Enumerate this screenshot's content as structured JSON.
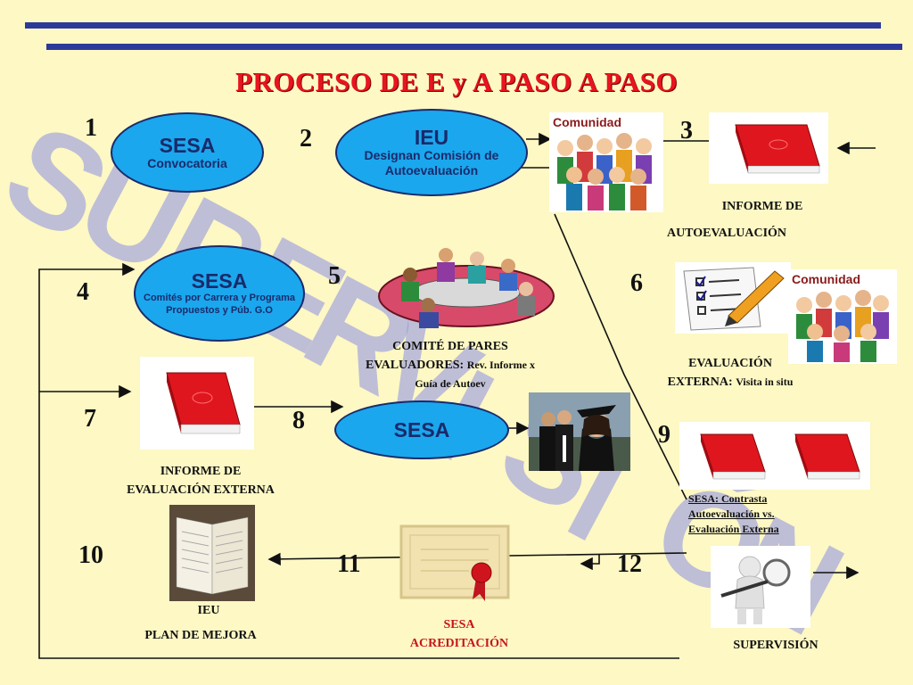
{
  "title": "PROCESO DE E y A PASO A PASO",
  "watermark_letters": [
    "S",
    "U",
    "P",
    "E",
    "R",
    "V",
    "I",
    "S",
    "I",
    "Ó",
    "N"
  ],
  "colors": {
    "background": "#fdf8c4",
    "stripe": "#2b3a9a",
    "title": "#e8141e",
    "oval_fill": "#1aa7ee",
    "book": "#e0161f"
  },
  "steps": {
    "n1": "1",
    "n2": "2",
    "n3": "3",
    "n4": "4",
    "n5": "5",
    "n6": "6",
    "n7": "7",
    "n8": "8",
    "n9": "9",
    "n10": "10",
    "n11": "11",
    "n12": "12"
  },
  "oval1": {
    "title": "SESA",
    "sub": "Convocatoria"
  },
  "oval2": {
    "title": "IEU",
    "sub1": "Designan Comisión de",
    "sub2": "Autoevaluación"
  },
  "oval4": {
    "title": "SESA",
    "sub1": "Comités por Carrera y Programa",
    "sub2": "Propuestos y Púb. G.O"
  },
  "oval8": {
    "title": "SESA"
  },
  "comunidad_label": "Comunidad",
  "captions": {
    "c3a": "INFORME DE",
    "c3b": "AUTOEVALUACIÓN",
    "c5a": "COMITÉ DE PARES",
    "c5b": "EVALUADORES:",
    "c5c": "Rev. Informe x",
    "c5d": "Guía de Autoev",
    "c6a": "EVALUACIÓN",
    "c6b": "EXTERNA:",
    "c6c": "Visita in situ",
    "c7a": "INFORME DE",
    "c7b": "EVALUACIÓN EXTERNA",
    "c9a": "SESA: Contrasta",
    "c9b": "Autoevaluación vs.",
    "c9c": "Evaluación Externa",
    "c10a": "IEU",
    "c10b": "PLAN DE MEJORA",
    "c11a": "SESA",
    "c11b": "ACREDITACIÓN",
    "c12": "SUPERVISIÓN"
  },
  "icons": [
    "book-icon",
    "community-people-icon",
    "meeting-table-icon",
    "graduates-icon",
    "checklist-pencil-icon",
    "certificate-icon",
    "open-book-icon",
    "magnifier-figure-icon"
  ]
}
